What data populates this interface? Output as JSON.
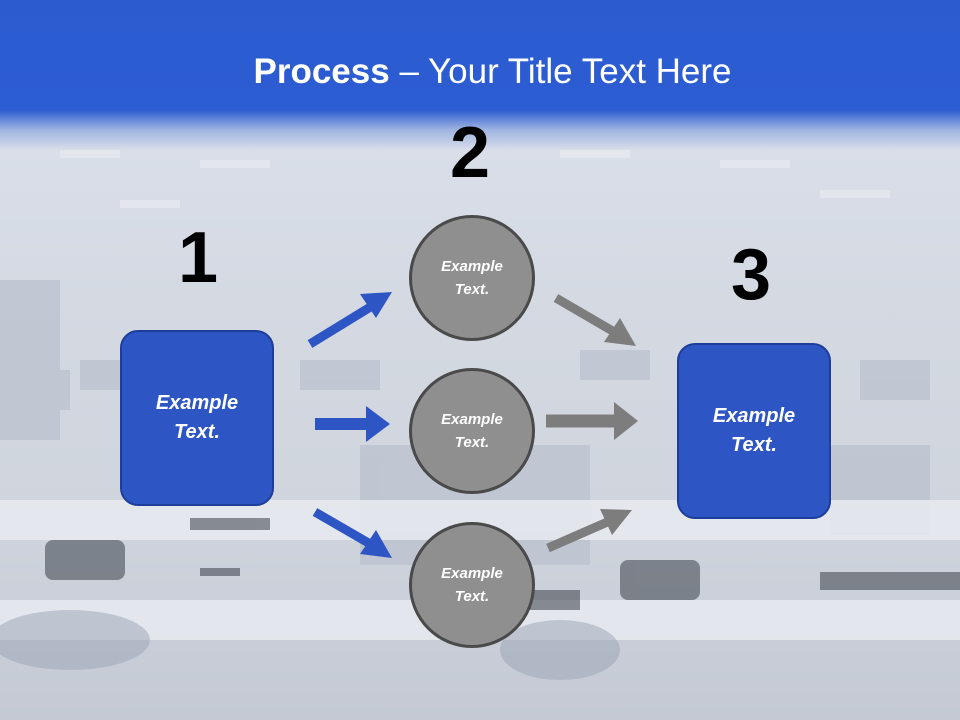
{
  "title": {
    "bold": "Process",
    "rest": " – Your Title Text Here"
  },
  "steps": [
    {
      "number": "1",
      "text": "Example\nText."
    },
    {
      "number": "2"
    },
    {
      "number": "3",
      "text": "Example\nText."
    }
  ],
  "circles": [
    {
      "text": "Example\nText."
    },
    {
      "text": "Example\nText."
    },
    {
      "text": "Example\nText."
    }
  ],
  "colors": {
    "header_blue": "#2c5bd0",
    "box_blue": "#2e55c4",
    "circle_gray": "#8f8f8f",
    "arrow_blue": "#2e55c4",
    "arrow_gray": "#7d7d7d"
  }
}
